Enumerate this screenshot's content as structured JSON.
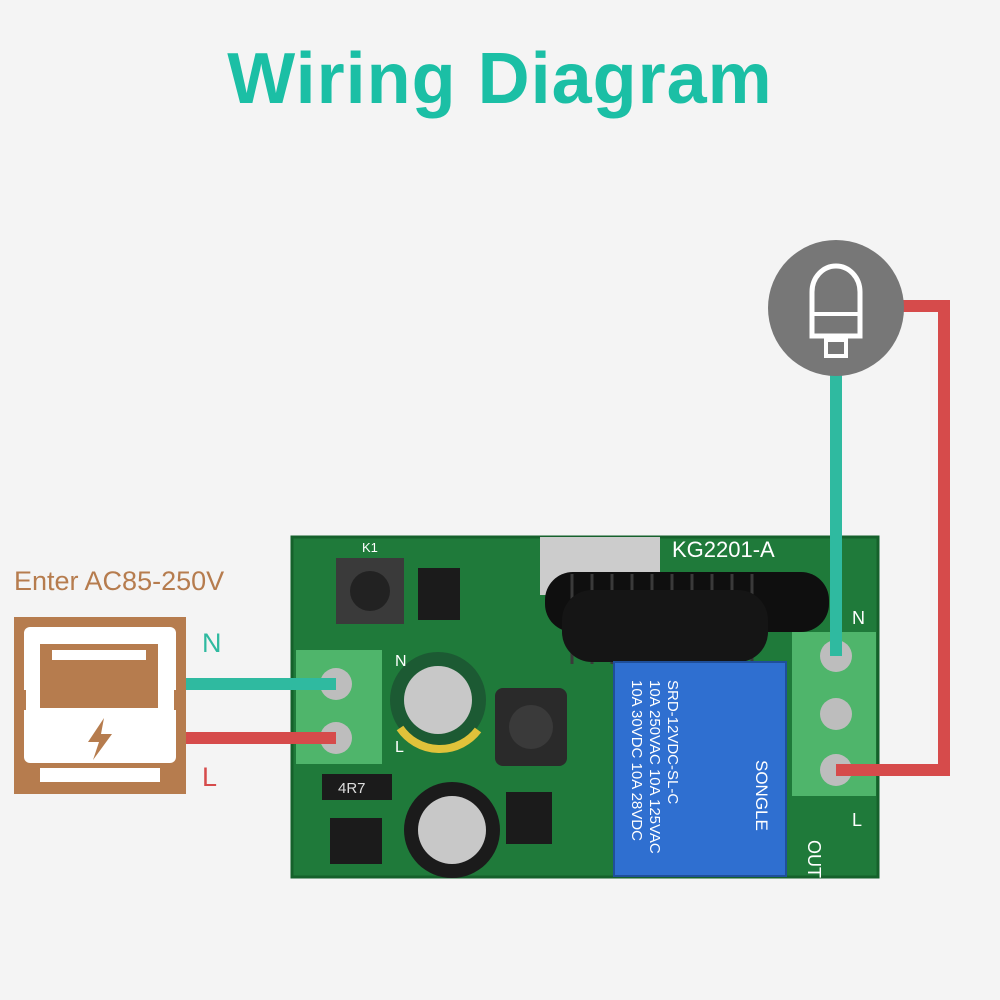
{
  "title": "Wiring Diagram",
  "input_label": "Enter AC85-250V",
  "wires": {
    "neutral_label": "N",
    "live_label": "L"
  },
  "board": {
    "model": "KG2201-A",
    "button_label": "K1",
    "cap_label": "4R7",
    "input_terminal_labels": [
      "N",
      "L"
    ],
    "output_terminal_labels": [
      "N",
      "L",
      "OUT"
    ],
    "relay": {
      "brand": "SONGLE",
      "lines": [
        "10A 250VAC  10A 125VAC",
        "10A 30VDC   10A 28VDC",
        "SRD-12VDC-SL-C"
      ]
    }
  },
  "icons": {
    "power_source": "power-source-icon",
    "bulb": "light-bulb-icon"
  },
  "colors": {
    "title": "#1bbfa5",
    "accent_brown": "#b67c4e",
    "neutral_wire": "#2fbaa0",
    "live_wire": "#d64b4b",
    "bulb_circle": "#777777",
    "pcb": "#1f7a3a",
    "terminal": "#4fb56b",
    "relay": "#2f6fd0"
  }
}
